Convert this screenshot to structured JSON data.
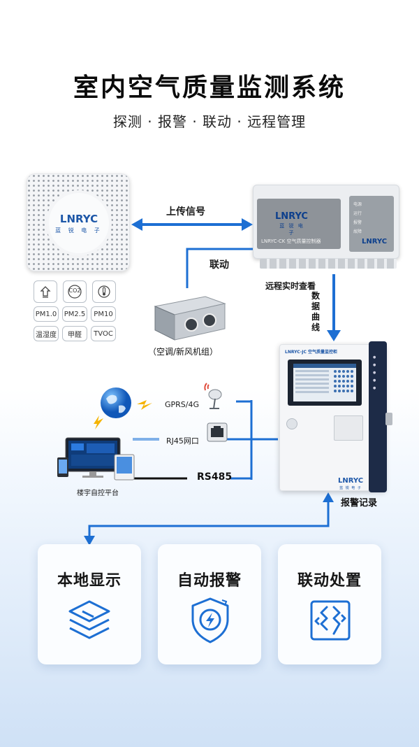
{
  "header": {
    "title": "室内空气质量监测系统",
    "subtitle": "探测 · 报警 · 联动 · 远程管理"
  },
  "sensor": {
    "brand": "LNRYC",
    "brand_sub": "蓝 锐 电 子",
    "features": [
      "PM1.0",
      "PM2.5",
      "PM10",
      "温湿度",
      "甲醛",
      "TVOC"
    ],
    "co2_label": "CO2"
  },
  "controller": {
    "brand": "LNRYC",
    "brand_sub": "蓝 锐 电 子",
    "model": "LNRYC-CK 空气质量控制器",
    "indicators": [
      "电源",
      "运行",
      "报警",
      "故障"
    ]
  },
  "flows": {
    "upload": "上传信号",
    "linkage": "联动",
    "remote": "远程实时查看",
    "curve": "数据曲线",
    "ahu": "（空调/新风机组）",
    "gprs": "GPRS/4G",
    "rj45": "RJ45网口",
    "rs485": "RS485",
    "bms": "楼宇自控平台",
    "alarm_record": "报警记录"
  },
  "monitor": {
    "brand": "LNRYC",
    "brand_sub": "蓝 锐 电 子",
    "model": "LNRYC-JC 空气质量监控柜"
  },
  "cards": [
    {
      "title": "本地显示",
      "icon": "layers-icon"
    },
    {
      "title": "自动报警",
      "icon": "alarm-shield-icon"
    },
    {
      "title": "联动处置",
      "icon": "linkage-icon"
    }
  ],
  "colors": {
    "accent": "#1d6fd3",
    "brand": "#1d57a8",
    "dark_line": "#111111"
  }
}
